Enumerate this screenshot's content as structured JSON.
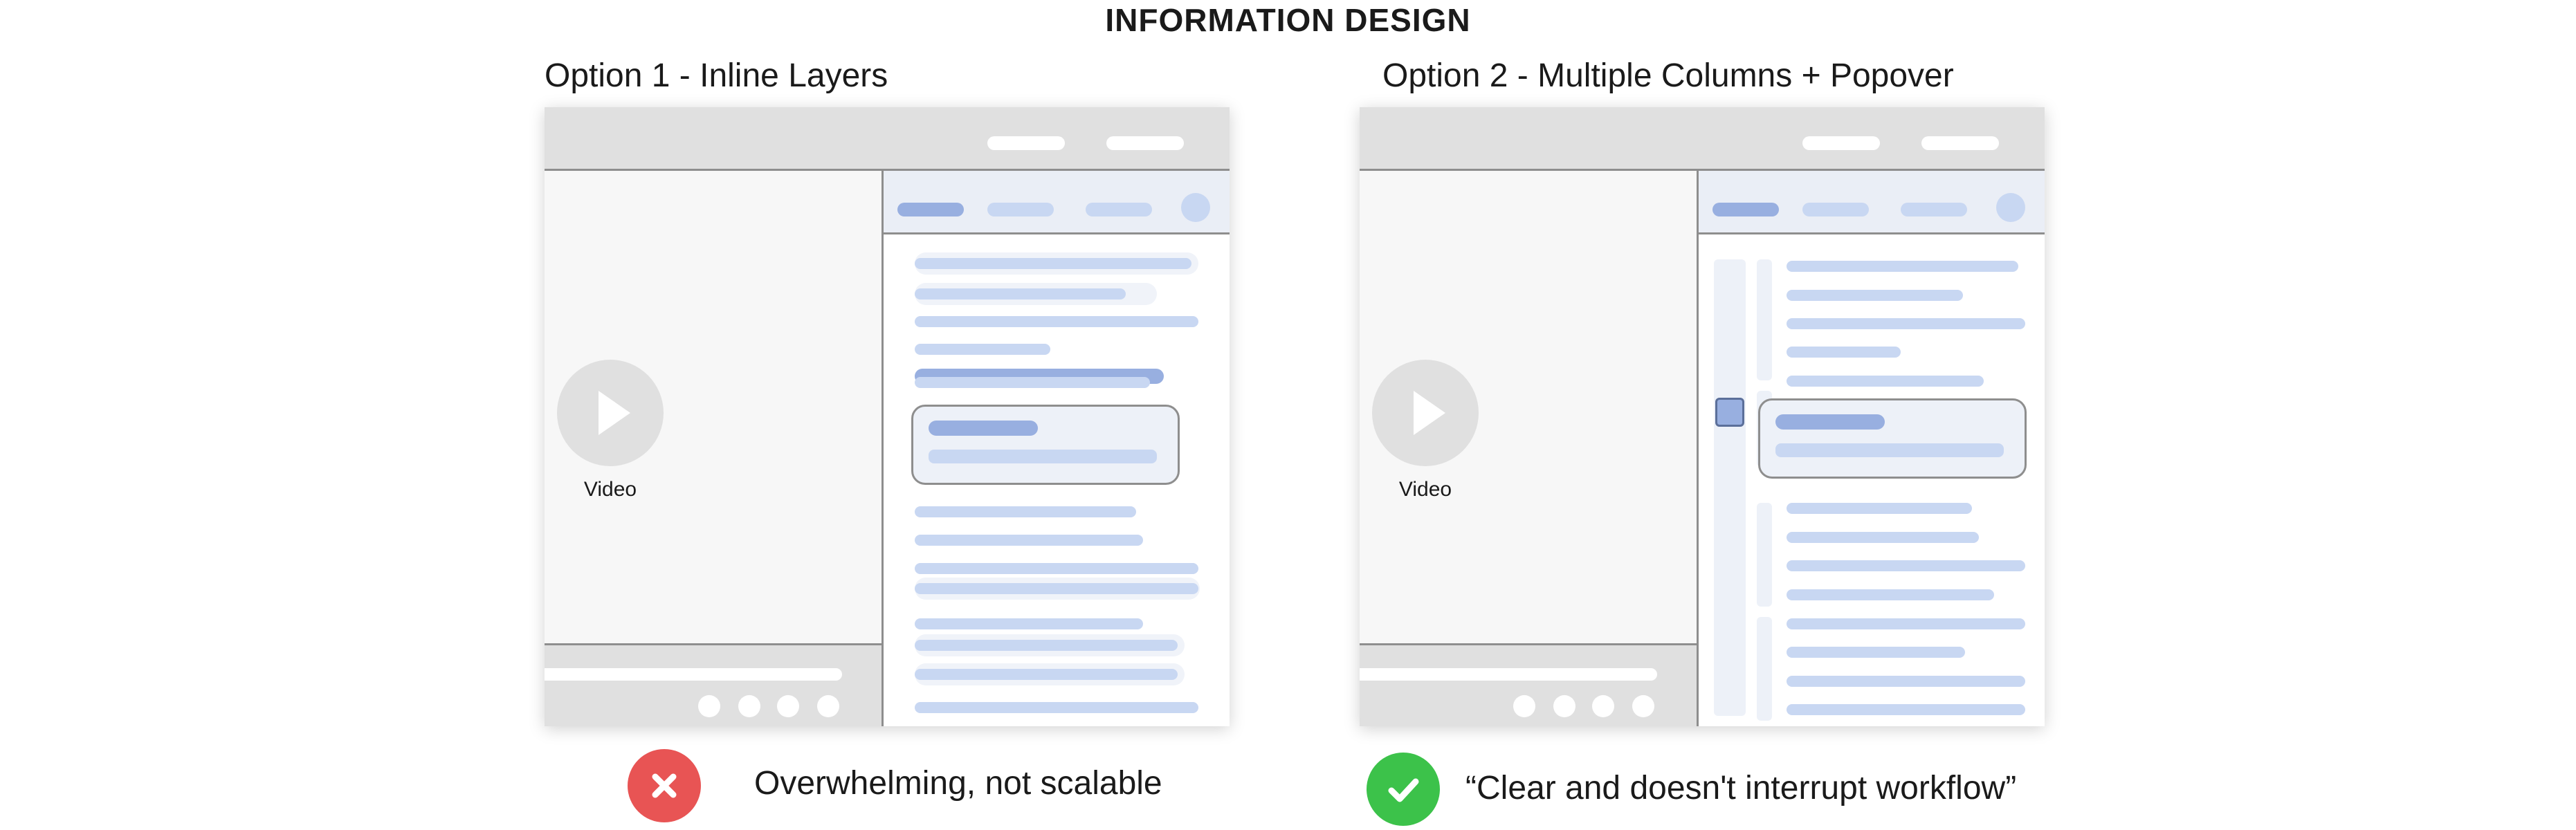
{
  "title": "INFORMATION DESIGN",
  "options": [
    {
      "label": "Option 1 - Inline Layers",
      "video_label": "Video",
      "verdict": "Overwhelming, not scalable",
      "verdict_icon": "x-icon",
      "verdict_color": "#e85454"
    },
    {
      "label": "Option 2 - Multiple Columns + Popover",
      "video_label": "Video",
      "verdict": "“Clear and doesn't interrupt workflow”",
      "verdict_icon": "check-icon",
      "verdict_color": "#3cc24a"
    }
  ],
  "colors": {
    "chrome_gray": "#e0e0e0",
    "line_blue": "#c8d7f2",
    "accent_blue": "#98afe0",
    "panel_tint": "#edf1f8"
  }
}
